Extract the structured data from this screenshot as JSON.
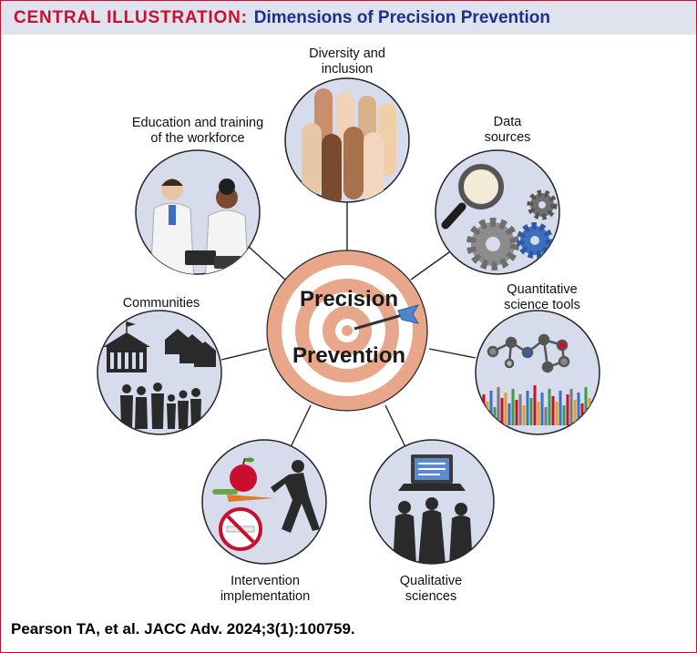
{
  "header": {
    "label": "CENTRAL ILLUSTRATION:",
    "title": "Dimensions of Precision Prevention"
  },
  "center": {
    "line1": "Precision",
    "line2": "Prevention"
  },
  "nodes": {
    "diversity": {
      "line1": "Diversity and",
      "line2": "inclusion"
    },
    "data": {
      "line1": "Data",
      "line2": "sources"
    },
    "quant": {
      "line1": "Quantitative",
      "line2": "science tools"
    },
    "qual": {
      "line1": "Qualitative",
      "line2": "sciences"
    },
    "intervention": {
      "line1": "Intervention",
      "line2": "implementation"
    },
    "communities": {
      "line1": "Communities"
    },
    "education": {
      "line1": "Education and training",
      "line2": "of the workforce"
    }
  },
  "citation": "Pearson TA, et al. JACC Adv. 2024;3(1):100759.",
  "colors": {
    "accent_red": "#c8102e",
    "title_blue": "#1f2f8c",
    "header_bg": "#dfe3ee",
    "target_ring": "#e8a78a",
    "node_fill": "#d6dcec"
  }
}
